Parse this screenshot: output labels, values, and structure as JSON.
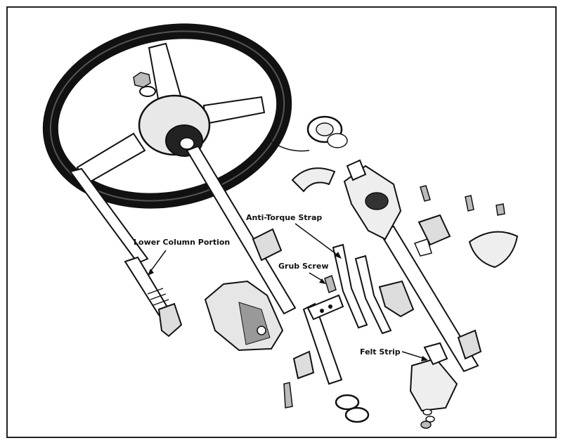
{
  "diagram": {
    "labels": {
      "lower_column_portion": "Lower Column Portion",
      "anti_torque_strap": "Anti-Torque Strap",
      "grub_screw": "Grub Screw",
      "felt_strip": "Felt Strip"
    },
    "colors": {
      "ink": "#111111",
      "paper": "#ffffff",
      "frame": "#222222"
    }
  }
}
